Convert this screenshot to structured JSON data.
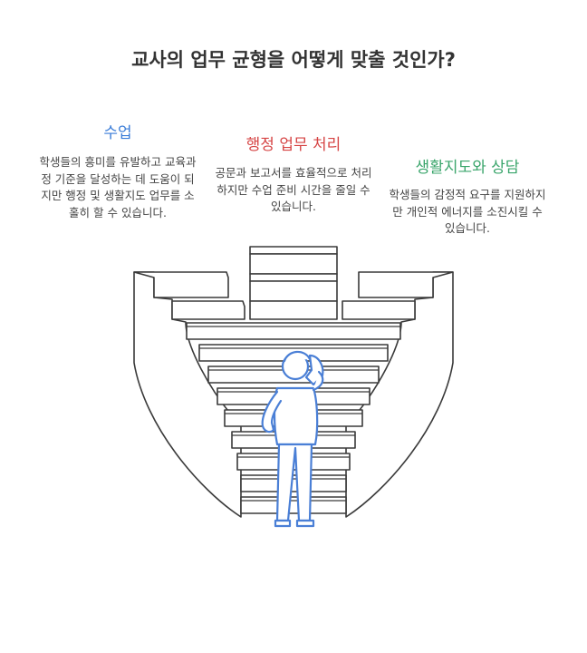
{
  "title": "교사의 업무 균형을 어떻게 맞출 것인가?",
  "sections": [
    {
      "id": "teaching",
      "heading": "수업",
      "description": "학생들의 흥미를 유발하고 교육과정 기준을 달성하는 데 도움이 되지만 행정 및 생활지도 업무를 소홀히 할 수 있습니다.",
      "color": "#3b7dd8"
    },
    {
      "id": "admin",
      "heading": "행정 업무 처리",
      "description": "공문과 보고서를 효율적으로 처리하지만 수업 준비 시간을 줄일 수 있습니다.",
      "color": "#d64545"
    },
    {
      "id": "guidance",
      "heading": "생활지도와 상담",
      "description": "학생들의 감정적 요구를 지원하지만 개인적 에너지를 소진시킬 수 있습니다.",
      "color": "#3aa56b"
    }
  ],
  "illustration": {
    "icon": "person-scratching-head-icon",
    "figure_color": "#4a7fd6",
    "stair_stroke": "#3a3a3a"
  }
}
